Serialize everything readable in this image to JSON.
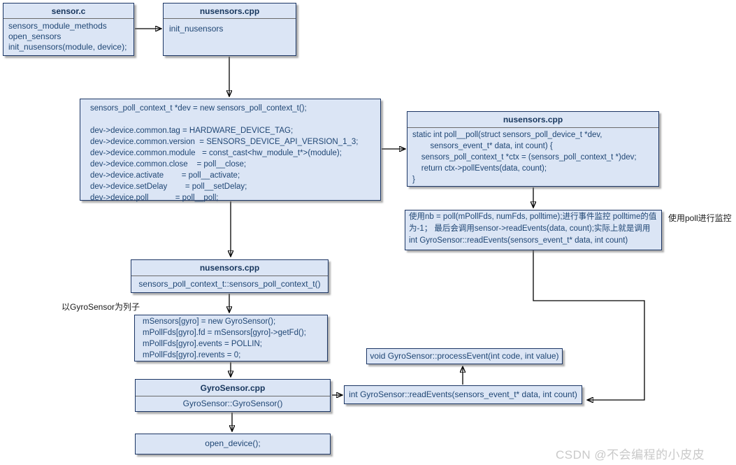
{
  "colors": {
    "node_fill": "#dbe5f5",
    "node_border": "#1b3564",
    "header_text": "#17365d",
    "body_text": "#1f4674",
    "label_text": "#1a1a1a",
    "watermark": "#c9c9c9",
    "connector": "#000000"
  },
  "boxes": {
    "sensor_c": {
      "title": "sensor.c",
      "body": "sensors_module_methods\nopen_sensors\ninit_nusensors(module, device);"
    },
    "nusensors_init": {
      "title": "nusensors.cpp",
      "body": "init_nusensors"
    },
    "poll_context_code": {
      "body": "sensors_poll_context_t *dev = new sensors_poll_context_t();\n\ndev->device.common.tag = HARDWARE_DEVICE_TAG;\ndev->device.common.version  = SENSORS_DEVICE_API_VERSION_1_3;\ndev->device.common.module   = const_cast<hw_module_t*>(module);\ndev->device.common.close    = poll__close;\ndev->device.activate        = poll__activate;\ndev->device.setDelay        = poll__setDelay;\ndev->device.poll            = poll__poll;"
    },
    "nusensors_poll": {
      "title": "nusensors.cpp",
      "body": "static int poll__poll(struct sensors_poll_device_t *dev,\n        sensors_event_t* data, int count) {\n    sensors_poll_context_t *ctx = (sensors_poll_context_t *)dev;\n    return ctx->pollEvents(data, count);\n}"
    },
    "poll_note": {
      "body": "使用nb = poll(mPollFds, numFds, polltime);进行事件监控 polltime的值为-1； 最后会调用sensor->readEvents(data, count);实际上就是调用int GyroSensor::readEvents(sensors_event_t* data, int count)"
    },
    "nusensors_ctor": {
      "title": "nusensors.cpp",
      "body": "sensors_poll_context_t::sensors_poll_context_t()"
    },
    "gyro_setup": {
      "body": "mSensors[gyro] = new GyroSensor();\nmPollFds[gyro].fd = mSensors[gyro]->getFd();\nmPollFds[gyro].events = POLLIN;\nmPollFds[gyro].revents = 0;"
    },
    "gyrosensor_cpp": {
      "title": "GyroSensor.cpp",
      "body": "GyroSensor::GyroSensor()"
    },
    "open_device": {
      "body": "open_device();"
    },
    "process_event": {
      "body": "void GyroSensor::processEvent(int code, int value)"
    },
    "read_events": {
      "body": "int GyroSensor::readEvents(sensors_event_t* data, int count)"
    }
  },
  "labels": {
    "gyro_example": "以GyroSensor为列子",
    "poll_monitor": "使用poll进行监控",
    "watermark": "CSDN @不会编程的小皮皮"
  }
}
